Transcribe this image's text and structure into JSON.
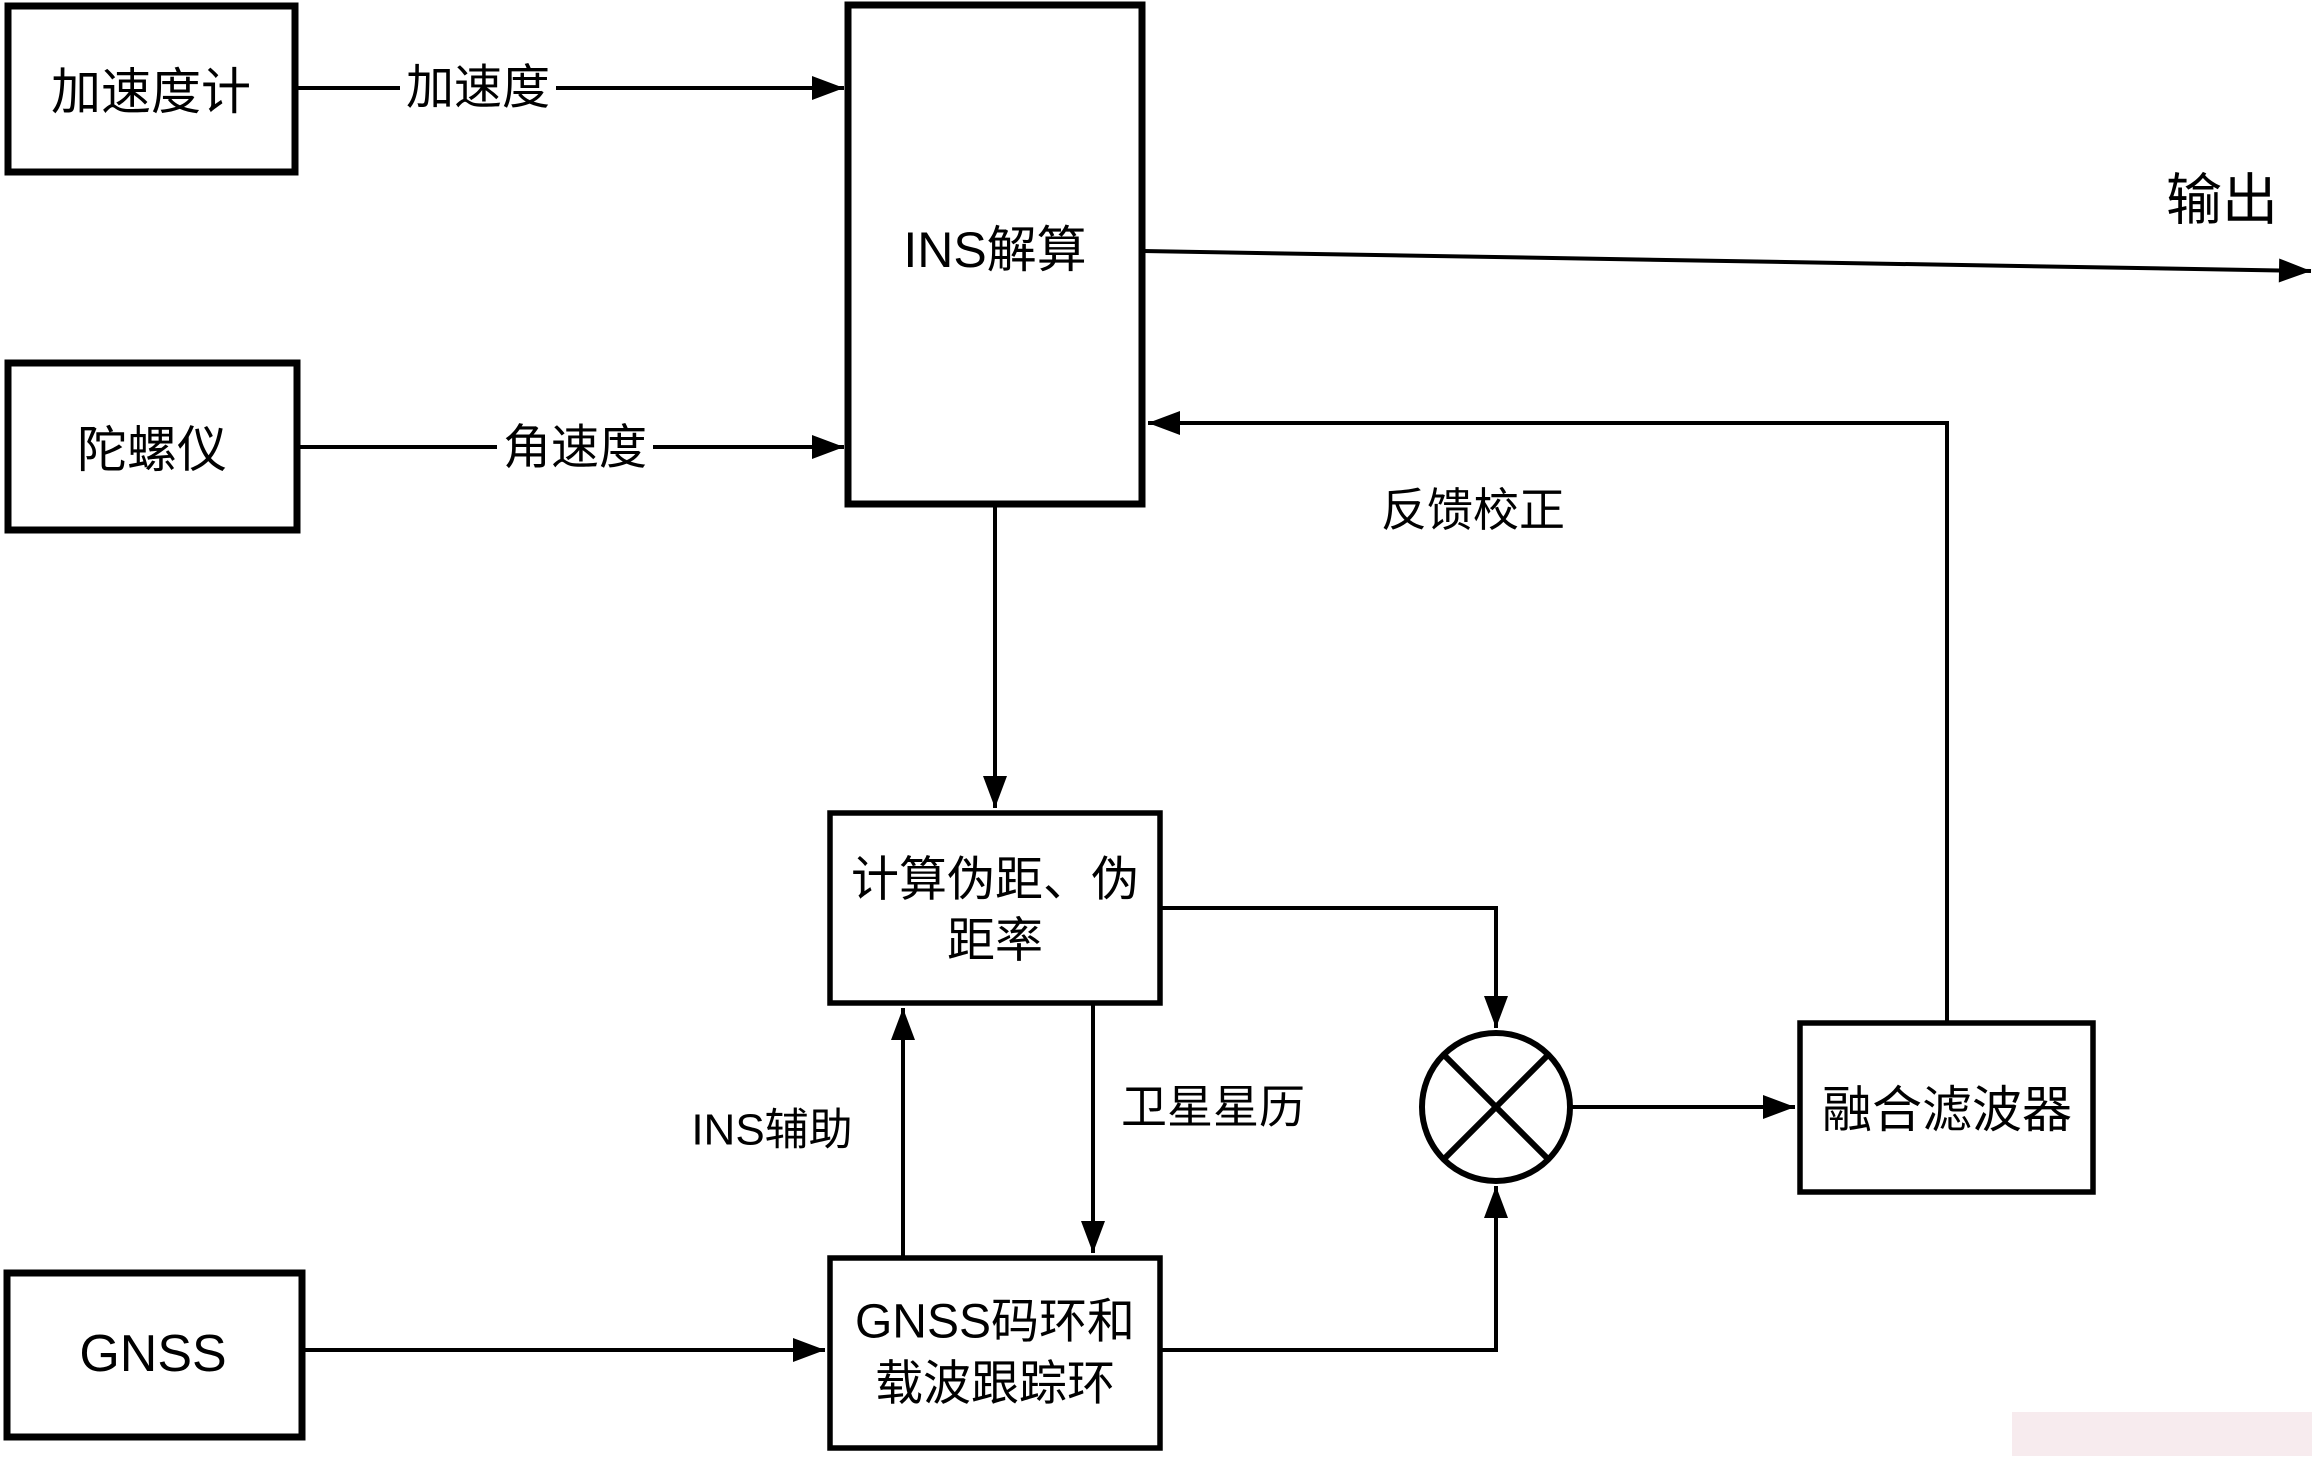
{
  "diagram": {
    "nodes": {
      "accelerometer": {
        "label": "加速度计"
      },
      "gyroscope": {
        "label": "陀螺仪"
      },
      "ins_solver": {
        "label": "INS解算"
      },
      "pseudorange_calc": {
        "label": "计算伪距、伪距率",
        "line1": "计算伪距、伪",
        "line2": "距率"
      },
      "gnss": {
        "label": "GNSS"
      },
      "gnss_tracking_loop": {
        "label": "GNSS码环和载波跟踪环",
        "line1": "GNSS码环和",
        "line2": "载波跟踪环"
      },
      "fusion_filter": {
        "label": "融合滤波器"
      },
      "mixer": {
        "symbol": "multiplier-cross-in-circle"
      }
    },
    "edges": {
      "acceleration": {
        "label": "加速度"
      },
      "angular_rate": {
        "label": "角速度"
      },
      "output": {
        "label": "输出"
      },
      "feedback_correction": {
        "label": "反馈校正"
      },
      "ins_aiding": {
        "label": "INS辅助"
      },
      "satellite_ephemeris": {
        "label": "卫星星历"
      }
    },
    "colors": {
      "stroke": "#000000",
      "background": "#ffffff",
      "watermark": "#f7ebee"
    }
  }
}
